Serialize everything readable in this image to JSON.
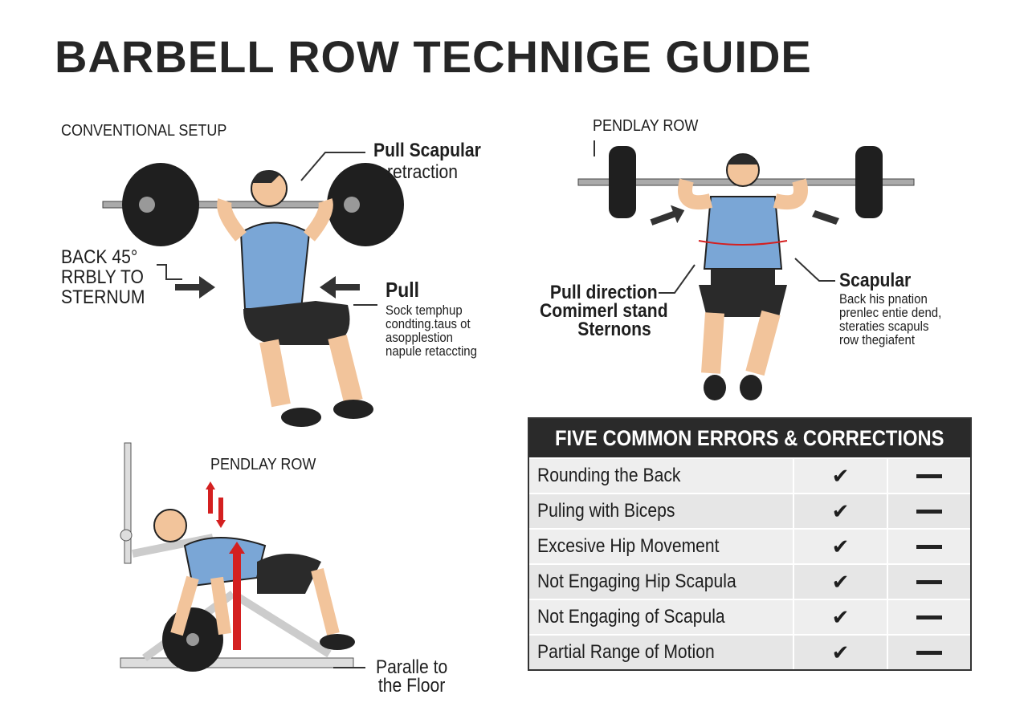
{
  "title": "BARBELL ROW TECHNIGE GUIDE",
  "conventional": {
    "heading": "CONVENTIONAL SETUP",
    "pull_scapular": "Pull Scapular",
    "retraction": "retraction",
    "back_lines": [
      "BACK 45°",
      "RRBLY TO",
      "STERNUM"
    ],
    "pull": "Pull",
    "pull_desc": [
      "Sock temphup",
      "condting.taus ot",
      "asopplestion",
      "napule retaccting"
    ]
  },
  "pendlay_top": {
    "heading": "PENDLAY ROW",
    "pull_direction": [
      "Pull direction",
      "Comimerl stand",
      "Sternons"
    ],
    "scapular": "Scapular",
    "scapular_desc": [
      "Back his pnation",
      "prenlec entie dend,",
      "steraties scapuls",
      "row thegiafent"
    ]
  },
  "pendlay_bottom": {
    "heading": "PENDLAY ROW",
    "parallel": [
      "Paralle to",
      "the Floor"
    ]
  },
  "table": {
    "header": "FIVE COMMON ERRORS & CORRECTIONS",
    "rows": [
      {
        "label": "Rounding the Back",
        "check": "✔"
      },
      {
        "label": "Puling with Biceps",
        "check": "✔"
      },
      {
        "label": "Excesive Hip Movement",
        "check": "✔"
      },
      {
        "label": "Not Engaging Hip Scapula",
        "check": "✔"
      },
      {
        "label": "Not Engaging of Scapula",
        "check": "✔"
      },
      {
        "label": "Partial Range of Motion",
        "check": "✔"
      }
    ]
  },
  "colors": {
    "shirt": "#7aa6d6",
    "skin": "#f2c49b",
    "shorts": "#2a2a2a",
    "arrow_red": "#d42020",
    "plate": "#1f1f1f"
  }
}
